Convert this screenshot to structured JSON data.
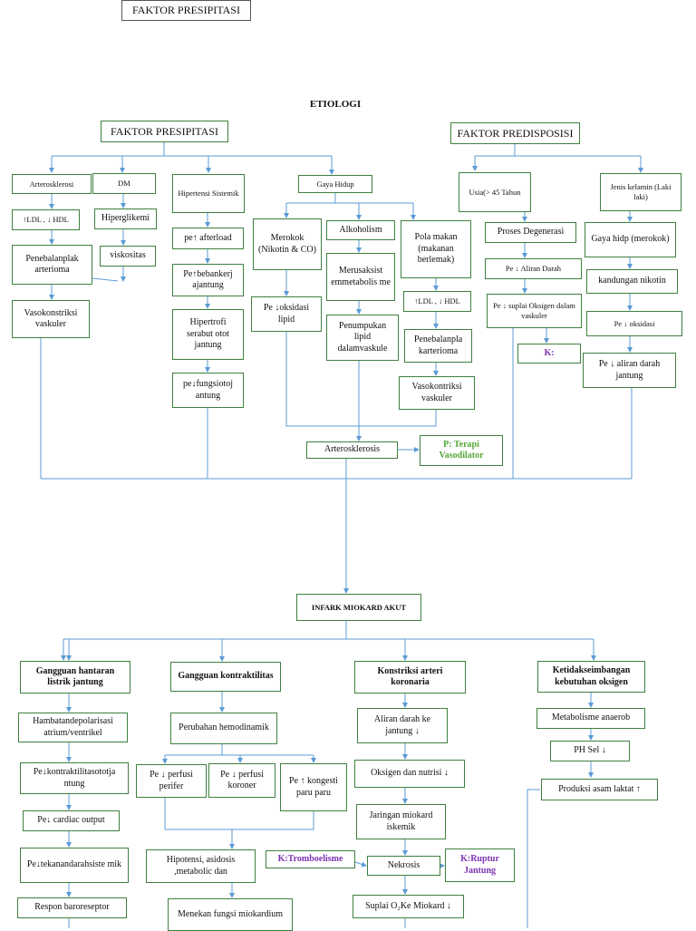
{
  "header": {
    "top_label": "FAKTOR PRESIPITASI",
    "etiologi": "ETIOLOGI"
  },
  "nodes": {
    "fp": "FAKTOR PRESIPITASI",
    "fd": "FAKTOR PREDISPOSISI",
    "arteros": "Arterosklerosi",
    "dm": "DM",
    "hipertensi": "Hipertensi Sistemik",
    "gaya": "Gaya Hidup",
    "usia": "Usia(> 45 Tahun",
    "jenis": "Jenis kelamin (Laki laki)",
    "ldl1": "↑LDL , ↓ HDL",
    "hiperglikemi": "Hiperglikemi",
    "penebalan1": "Penebalanplak arterioma",
    "viskositas": "viskositas",
    "vaso1": "Vasokonstriksi vaskuler",
    "afterload": "pe↑ afterload",
    "beban": "Pe↑bebankerj ajantung",
    "hipertrofi": "Hipertrofi serabut otot jantung",
    "fungsi": "pe↓fungsiotoj antung",
    "merokok": "Merokok (Nikotin & CO)",
    "oksidasi": "Pe ↓oksidasi lipid",
    "alkohol": "Alkoholism",
    "merusak": "Merusaksist emmetabolis me",
    "penumpukan": "Penumpukan lipid dalamvaskule",
    "pola": "Pola makan (makanan berlemak)",
    "ldl2": "↑LDL , ↓ HDL",
    "penebalan2": "Penebalanpla karterioma",
    "vaso2": "Vasokontriksi vaskuler",
    "proses": "Proses Degenerasi",
    "aliran1": "Pe ↓ Aliran Darah",
    "suplai": "Pe ↓ suplai Oksigen dalam vaskuler",
    "k1": "K:",
    "gayahidp": "Gaya hidp (merokok)",
    "nikotin": "kandungan nikotin",
    "oksidasi2": "Pe ↓ oksidasi",
    "aliran2": "Pe ↓ aliran darah jantung",
    "arterosk": "Arterosklerosis",
    "terapi": "P: Terapi Vasodilator",
    "infark": "INFARK MIOKARD AKUT",
    "gangguan1": "Gangguan hantaran listrik jantung",
    "gangguan2": "Gangguan kontraktilitas",
    "konstriksi": "Konstriksi arteri koronaria",
    "ketidak": "Ketidakseimbangan kebutuhan oksigen",
    "hambatan": "Hambatandepolarisasi atrium/ventrikel",
    "kontrak": "Pe↓kontraktilitasototja ntung",
    "cardiac": "Pe↓ cardiac output",
    "tekanan": "Pe↓tekanandarahsiste mik",
    "respon": "Respon baroreseptor",
    "perubahan": "Perubahan hemodinamik",
    "perfusi1": "Pe ↓ perfusi perifer",
    "perfusi2": "Pe ↓ perfusi koroner",
    "kongesti": "Pe ↑ kongesti paru paru",
    "hipotensi": "Hipotensi, asidosis ,metabolic dan",
    "menekan": "Menekan fungsi miokardium",
    "alirandarah": "Aliran darah ke jantung ↓",
    "oksigen": "Oksigen dan nutrisi ↓",
    "jaringan": "Jaringan miokard iskemik",
    "trombo": "K:Tromboelisme",
    "nekrosis": "Nekrosis",
    "ruptur": "K:Ruptur Jantung",
    "suplaio2": "Suplai O₂Ke Miokard ↓",
    "metabolisme": "Metabolisme anaerob",
    "ph": "PH Sel ↓",
    "laktat": "Produksi asam laktat ↑"
  }
}
